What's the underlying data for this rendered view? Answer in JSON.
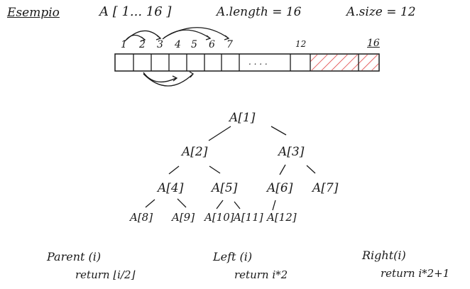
{
  "header": {
    "title": "Esempio",
    "array_range": "A [ 1... 16 ]",
    "length_label": "A.length = 16",
    "size_label": "A.size = 12"
  },
  "array": {
    "indices": [
      "1",
      "2",
      "3",
      "4",
      "5",
      "6",
      "7"
    ],
    "ellipsis": ". . . .",
    "index_12": "12",
    "index_16": "16",
    "highlight_color": "#e04040"
  },
  "tree": {
    "nodes": [
      "A[1]",
      "A[2]",
      "A[3]",
      "A[4]",
      "A[5]",
      "A[6]",
      "A[7]",
      "A[8]",
      "A[9]",
      "A[10]",
      "A[11]",
      "A[12]"
    ]
  },
  "functions": {
    "parent_name": "Parent (i)",
    "parent_body": "return ⌊i/2⌋",
    "left_name": "Left (i)",
    "left_body": "return i*2",
    "right_name": "Right(i)",
    "right_body": "return i*2+1"
  }
}
